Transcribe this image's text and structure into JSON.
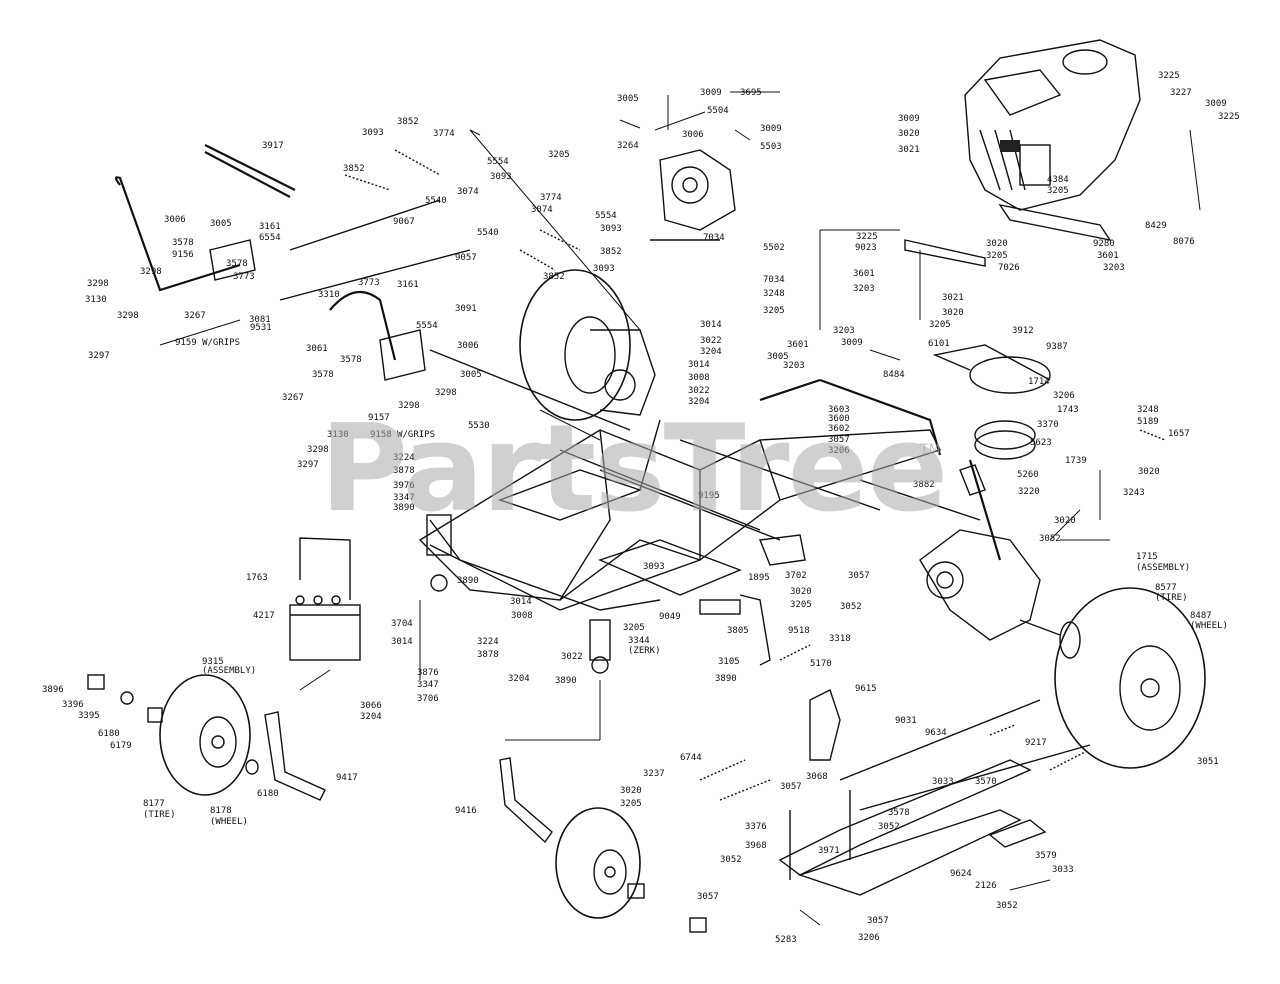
{
  "watermark": "PartsTree",
  "trademark": "TM",
  "callouts": [
    {
      "id": "c1",
      "text": "3005"
    },
    {
      "id": "c2",
      "text": "3009"
    },
    {
      "id": "c3",
      "text": "3695"
    },
    {
      "id": "c4",
      "text": "5504"
    },
    {
      "id": "c5",
      "text": "3006"
    },
    {
      "id": "c6",
      "text": "3009"
    },
    {
      "id": "c7",
      "text": "5503"
    },
    {
      "id": "c8",
      "text": "3205"
    },
    {
      "id": "c9",
      "text": "3264"
    },
    {
      "id": "c10",
      "text": "3093"
    },
    {
      "id": "c11",
      "text": "3852"
    },
    {
      "id": "c12",
      "text": "3774"
    },
    {
      "id": "c13",
      "text": "5554"
    },
    {
      "id": "c14",
      "text": "3093"
    },
    {
      "id": "c15",
      "text": "3852"
    },
    {
      "id": "c16",
      "text": "3074"
    },
    {
      "id": "c17",
      "text": "5540"
    },
    {
      "id": "c18",
      "text": "3917"
    },
    {
      "id": "c19",
      "text": "9067"
    },
    {
      "id": "c20",
      "text": "3774"
    },
    {
      "id": "c21",
      "text": "5554"
    },
    {
      "id": "c22",
      "text": "3074"
    },
    {
      "id": "c23",
      "text": "3093"
    },
    {
      "id": "c24",
      "text": "5540"
    },
    {
      "id": "c25",
      "text": "3852"
    },
    {
      "id": "c26",
      "text": "9057"
    },
    {
      "id": "c27",
      "text": "3093"
    },
    {
      "id": "c28",
      "text": "3852"
    },
    {
      "id": "c29",
      "text": "3006"
    },
    {
      "id": "c30",
      "text": "3005"
    },
    {
      "id": "c31",
      "text": "3161"
    },
    {
      "id": "c32",
      "text": "6554"
    },
    {
      "id": "c33",
      "text": "3578"
    },
    {
      "id": "c34",
      "text": "9156"
    },
    {
      "id": "c35",
      "text": "3578"
    },
    {
      "id": "c36",
      "text": "3298"
    },
    {
      "id": "c37",
      "text": "3773"
    },
    {
      "id": "c38",
      "text": "3298"
    },
    {
      "id": "c39",
      "text": "3267"
    },
    {
      "id": "c40",
      "text": "3130"
    },
    {
      "id": "c41",
      "text": "3081"
    },
    {
      "id": "c42",
      "text": "3310"
    },
    {
      "id": "c43",
      "text": "3773"
    },
    {
      "id": "c44",
      "text": "3161"
    },
    {
      "id": "c45",
      "text": "9531"
    },
    {
      "id": "c46",
      "text": "3298"
    },
    {
      "id": "c47",
      "text": "9159 W/GRIPS"
    },
    {
      "id": "c48",
      "text": "3297"
    },
    {
      "id": "c49",
      "text": "3061"
    },
    {
      "id": "c50",
      "text": "3091"
    },
    {
      "id": "c51",
      "text": "5554"
    },
    {
      "id": "c52",
      "text": "3006"
    },
    {
      "id": "c53",
      "text": "3578"
    },
    {
      "id": "c54",
      "text": "3005"
    },
    {
      "id": "c55",
      "text": "3578"
    },
    {
      "id": "c56",
      "text": "3298"
    },
    {
      "id": "c57",
      "text": "3267"
    },
    {
      "id": "c58",
      "text": "3298"
    },
    {
      "id": "c59",
      "text": "9157"
    },
    {
      "id": "c60",
      "text": "3130"
    },
    {
      "id": "c61",
      "text": "9158 W/GRIPS"
    },
    {
      "id": "c62",
      "text": "3298"
    },
    {
      "id": "c63",
      "text": "3297"
    },
    {
      "id": "c64",
      "text": "5530"
    },
    {
      "id": "c65",
      "text": "7034"
    },
    {
      "id": "c66",
      "text": "5502"
    },
    {
      "id": "c67",
      "text": "7034"
    },
    {
      "id": "c68",
      "text": "3248"
    },
    {
      "id": "c69",
      "text": "3205"
    },
    {
      "id": "c70",
      "text": "3225"
    },
    {
      "id": "c71",
      "text": "3227"
    },
    {
      "id": "c72",
      "text": "3009"
    },
    {
      "id": "c73",
      "text": "3225"
    },
    {
      "id": "c74",
      "text": "3009"
    },
    {
      "id": "c75",
      "text": "3020"
    },
    {
      "id": "c76",
      "text": "3021"
    },
    {
      "id": "c77",
      "text": "4384"
    },
    {
      "id": "c78",
      "text": "3205"
    },
    {
      "id": "c79",
      "text": "8429"
    },
    {
      "id": "c80",
      "text": "3225"
    },
    {
      "id": "c81",
      "text": "9023"
    },
    {
      "id": "c82",
      "text": "3020"
    },
    {
      "id": "c83",
      "text": "3205"
    },
    {
      "id": "c84",
      "text": "9280"
    },
    {
      "id": "c85",
      "text": "8076"
    },
    {
      "id": "c86",
      "text": "3601"
    },
    {
      "id": "c87",
      "text": "7026"
    },
    {
      "id": "c88",
      "text": "3601"
    },
    {
      "id": "c89",
      "text": "3203"
    },
    {
      "id": "c90",
      "text": "3203"
    },
    {
      "id": "c91",
      "text": "3021"
    },
    {
      "id": "c92",
      "text": "3020"
    },
    {
      "id": "c93",
      "text": "3205"
    },
    {
      "id": "c94",
      "text": "3912"
    },
    {
      "id": "c95",
      "text": "3014"
    },
    {
      "id": "c96",
      "text": "3022"
    },
    {
      "id": "c97",
      "text": "3204"
    },
    {
      "id": "c98",
      "text": "3005"
    },
    {
      "id": "c99",
      "text": "3601"
    },
    {
      "id": "c100",
      "text": "3203"
    },
    {
      "id": "c101",
      "text": "3009"
    },
    {
      "id": "c102",
      "text": "6101"
    },
    {
      "id": "c103",
      "text": "9387"
    },
    {
      "id": "c104",
      "text": "3014"
    },
    {
      "id": "c105",
      "text": "3203"
    },
    {
      "id": "c106",
      "text": "8484"
    },
    {
      "id": "c107",
      "text": "3008"
    },
    {
      "id": "c108",
      "text": "3022"
    },
    {
      "id": "c109",
      "text": "3204"
    },
    {
      "id": "c110",
      "text": "1714"
    },
    {
      "id": "c111",
      "text": "3206"
    },
    {
      "id": "c112",
      "text": "3603"
    },
    {
      "id": "c113",
      "text": "1743"
    },
    {
      "id": "c114",
      "text": "3248"
    },
    {
      "id": "c115",
      "text": "3600"
    },
    {
      "id": "c116",
      "text": "3370"
    },
    {
      "id": "c117",
      "text": "5189"
    },
    {
      "id": "c118",
      "text": "3602"
    },
    {
      "id": "c119",
      "text": "1657"
    },
    {
      "id": "c120",
      "text": "3057"
    },
    {
      "id": "c121",
      "text": "5623"
    },
    {
      "id": "c122",
      "text": "3206"
    },
    {
      "id": "c123",
      "text": "1739"
    },
    {
      "id": "c124",
      "text": "3020"
    },
    {
      "id": "c125",
      "text": "3224"
    },
    {
      "id": "c126",
      "text": "3878"
    },
    {
      "id": "c127",
      "text": "5260"
    },
    {
      "id": "c128",
      "text": "3976"
    },
    {
      "id": "c129",
      "text": "3882"
    },
    {
      "id": "c130",
      "text": "3220"
    },
    {
      "id": "c131",
      "text": "3243"
    },
    {
      "id": "c132",
      "text": "3347"
    },
    {
      "id": "c133",
      "text": "9195"
    },
    {
      "id": "c134",
      "text": "3890"
    },
    {
      "id": "c135",
      "text": "3020"
    },
    {
      "id": "c136",
      "text": "3052"
    },
    {
      "id": "c137",
      "text": "1715"
    },
    {
      "id": "c138",
      "text": "(ASSEMBLY)"
    },
    {
      "id": "c139",
      "text": "1763"
    },
    {
      "id": "c140",
      "text": "3890"
    },
    {
      "id": "c141",
      "text": "3093"
    },
    {
      "id": "c142",
      "text": "1895"
    },
    {
      "id": "c143",
      "text": "3702"
    },
    {
      "id": "c144",
      "text": "3057"
    },
    {
      "id": "c145",
      "text": "8577"
    },
    {
      "id": "c146",
      "text": "(TIRE)"
    },
    {
      "id": "c147",
      "text": "3020"
    },
    {
      "id": "c148",
      "text": "3205"
    },
    {
      "id": "c149",
      "text": "3052"
    },
    {
      "id": "c150",
      "text": "3014"
    },
    {
      "id": "c151",
      "text": "9049"
    },
    {
      "id": "c152",
      "text": "8487"
    },
    {
      "id": "c153",
      "text": "(WHEEL)"
    },
    {
      "id": "c154",
      "text": "3008"
    },
    {
      "id": "c155",
      "text": "3205"
    },
    {
      "id": "c156",
      "text": "4217"
    },
    {
      "id": "c157",
      "text": "3704"
    },
    {
      "id": "c158",
      "text": "3014"
    },
    {
      "id": "c159",
      "text": "3344"
    },
    {
      "id": "c160",
      "text": "(ZERK)"
    },
    {
      "id": "c161",
      "text": "3805"
    },
    {
      "id": "c162",
      "text": "9518"
    },
    {
      "id": "c163",
      "text": "3318"
    },
    {
      "id": "c164",
      "text": "3224"
    },
    {
      "id": "c165",
      "text": "3878"
    },
    {
      "id": "c166",
      "text": "3105"
    },
    {
      "id": "c167",
      "text": "5170"
    },
    {
      "id": "c168",
      "text": "3022"
    },
    {
      "id": "c169",
      "text": "9315"
    },
    {
      "id": "c170",
      "text": "(ASSEMBLY)"
    },
    {
      "id": "c171",
      "text": "3876"
    },
    {
      "id": "c172",
      "text": "3347"
    },
    {
      "id": "c173",
      "text": "3204"
    },
    {
      "id": "c174",
      "text": "3890"
    },
    {
      "id": "c175",
      "text": "3706"
    },
    {
      "id": "c176",
      "text": "3890"
    },
    {
      "id": "c177",
      "text": "3896"
    },
    {
      "id": "c178",
      "text": "3396"
    },
    {
      "id": "c179",
      "text": "3395"
    },
    {
      "id": "c180",
      "text": "3066"
    },
    {
      "id": "c181",
      "text": "3204"
    },
    {
      "id": "c182",
      "text": "9615"
    },
    {
      "id": "c183",
      "text": "6180"
    },
    {
      "id": "c184",
      "text": "6179"
    },
    {
      "id": "c185",
      "text": "9031"
    },
    {
      "id": "c186",
      "text": "9634"
    },
    {
      "id": "c187",
      "text": "9217"
    },
    {
      "id": "c188",
      "text": "3051"
    },
    {
      "id": "c189",
      "text": "9417"
    },
    {
      "id": "c190",
      "text": "6744"
    },
    {
      "id": "c191",
      "text": "3237"
    },
    {
      "id": "c192",
      "text": "3020"
    },
    {
      "id": "c193",
      "text": "3205"
    },
    {
      "id": "c194",
      "text": "3057"
    },
    {
      "id": "c195",
      "text": "3068"
    },
    {
      "id": "c196",
      "text": "3033"
    },
    {
      "id": "c197",
      "text": "3570"
    },
    {
      "id": "c198",
      "text": "6180"
    },
    {
      "id": "c199",
      "text": "8177"
    },
    {
      "id": "c200",
      "text": "(TIRE)"
    },
    {
      "id": "c201",
      "text": "8178"
    },
    {
      "id": "c202",
      "text": "(WHEEL)"
    },
    {
      "id": "c203",
      "text": "9416"
    },
    {
      "id": "c204",
      "text": "3376"
    },
    {
      "id": "c205",
      "text": "3578"
    },
    {
      "id": "c206",
      "text": "3052"
    },
    {
      "id": "c207",
      "text": "3971"
    },
    {
      "id": "c208",
      "text": "3968"
    },
    {
      "id": "c209",
      "text": "3052"
    },
    {
      "id": "c210",
      "text": "9624"
    },
    {
      "id": "c211",
      "text": "3579"
    },
    {
      "id": "c212",
      "text": "2126"
    },
    {
      "id": "c213",
      "text": "3033"
    },
    {
      "id": "c214",
      "text": "3057"
    },
    {
      "id": "c215",
      "text": "3057"
    },
    {
      "id": "c216",
      "text": "3052"
    },
    {
      "id": "c217",
      "text": "5283"
    },
    {
      "id": "c218",
      "text": "3206"
    }
  ]
}
